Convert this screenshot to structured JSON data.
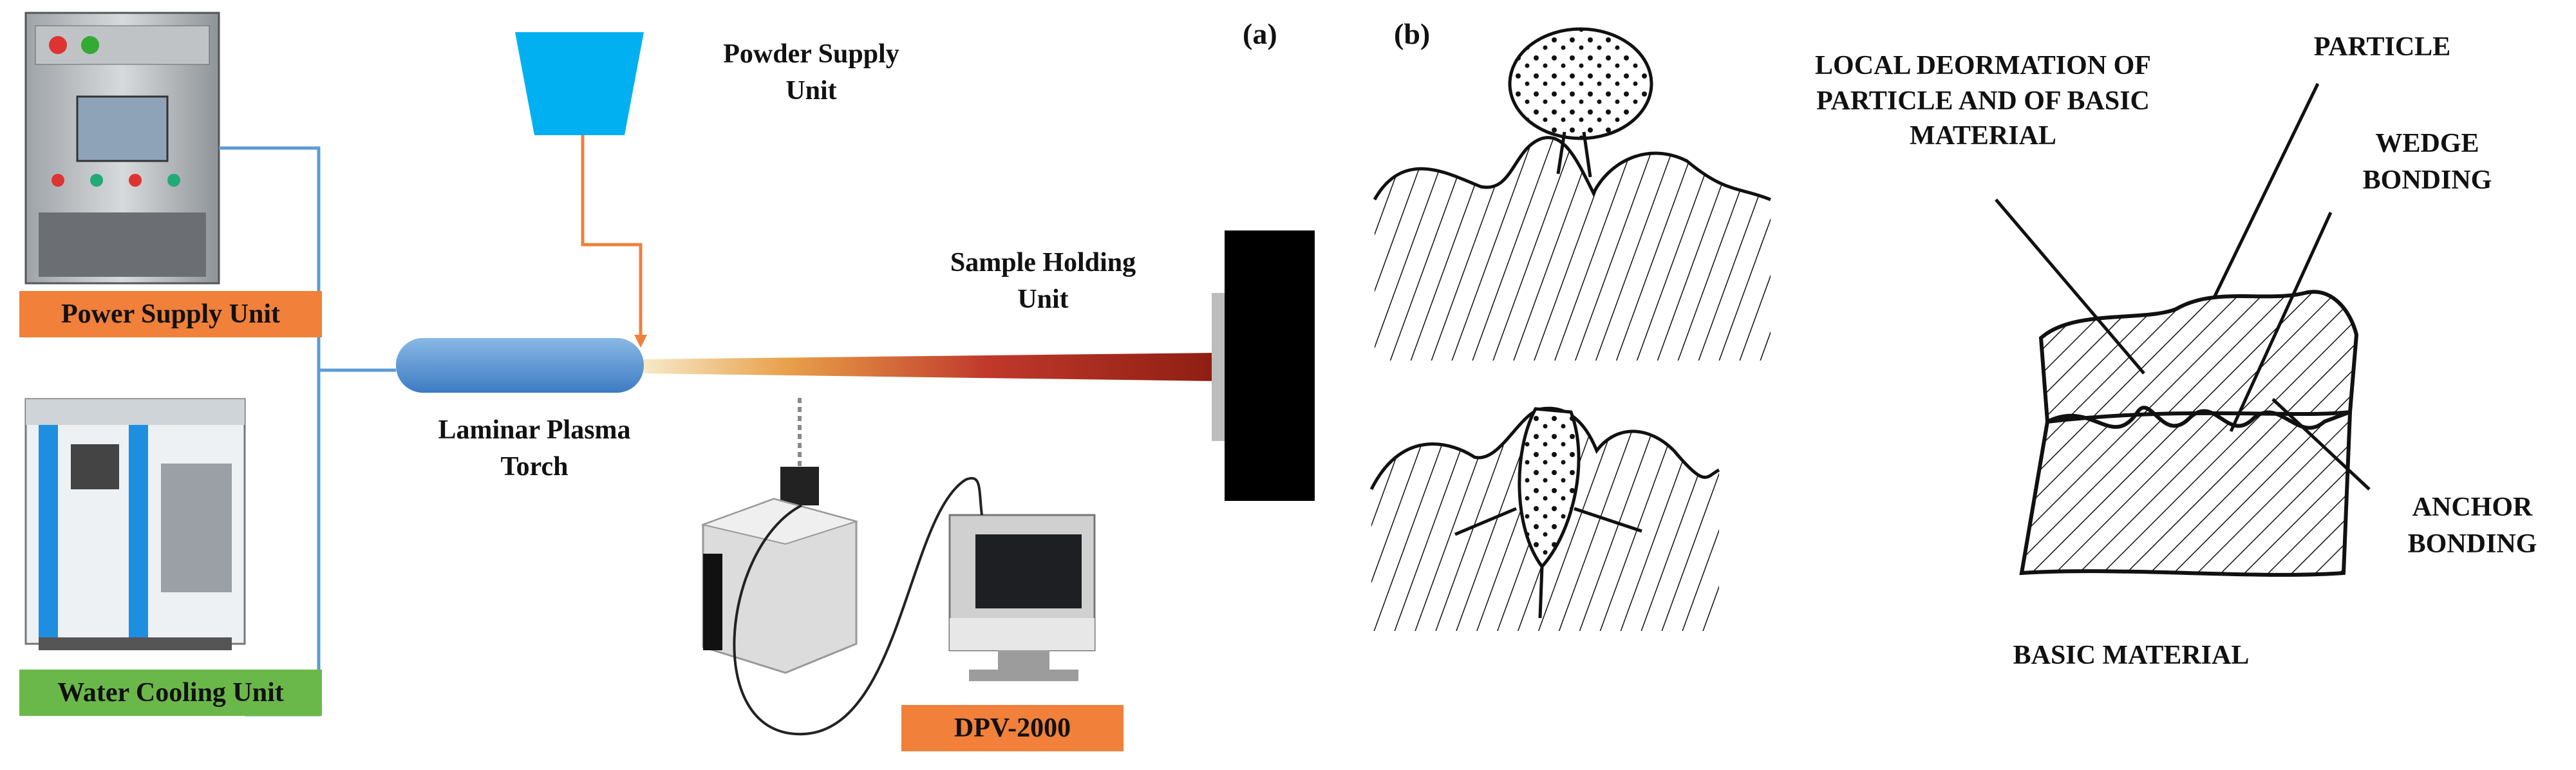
{
  "panels": {
    "a": "(a)",
    "b": "(b)"
  },
  "setup": {
    "power_supply": "Power Supply Unit",
    "water_cooling": "Water Cooling Unit",
    "powder_supply": "Powder Supply\nUnit",
    "sample_holding": "Sample Holding\nUnit",
    "torch": "Laminar Plasma\nTorch",
    "dpv": "DPV-2000"
  },
  "bonding": {
    "local_deformation": "LOCAL DEORMATION OF\nPARTICLE AND OF BASIC\nMATERIAL",
    "particle": "PARTICLE",
    "wedge": "WEDGE\nBONDING",
    "anchor": "ANCHOR\nBONDING",
    "basic_material": "BASIC MATERIAL"
  },
  "colors": {
    "power_tag": "#f0803a",
    "water_tag": "#6bb84a",
    "dpv_tag": "#f0803a",
    "hopper": "#00b0f0",
    "torch": "#5b9bd5",
    "wire": "#5b9bd5",
    "feed_line": "#f0803a",
    "plume": "#c0392b"
  }
}
